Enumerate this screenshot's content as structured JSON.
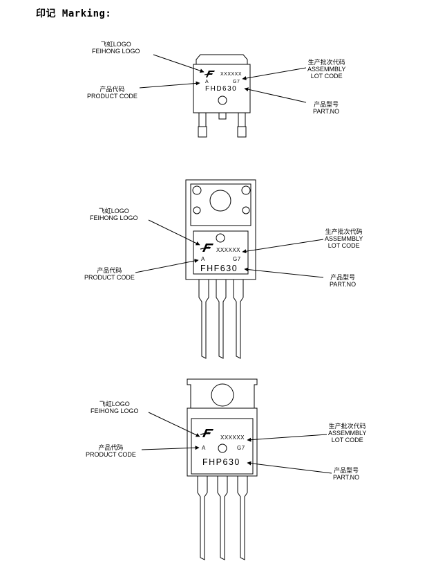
{
  "title": "印记 Marking:",
  "packages": [
    {
      "logo_label_cn": "飞虹LOGO",
      "logo_label_en": "FEIHONG LOGO",
      "lot_label_cn": "生产批次代码",
      "lot_label_en1": "ASSEMMBLY",
      "lot_label_en2": "LOT CODE",
      "product_label_cn": "产品代码",
      "product_label_en": "PRODUCT CODE",
      "part_label_cn": "产品型号",
      "part_label_en": "PART.NO",
      "lot_code": "XXXXXX",
      "product_code": "A",
      "date_code": "G7",
      "part_no": "FHD630"
    },
    {
      "logo_label_cn": "飞虹LOGO",
      "logo_label_en": "FEIHONG LOGO",
      "lot_label_cn": "生产批次代码",
      "lot_label_en1": "ASSEMMBLY",
      "lot_label_en2": "LOT CODE",
      "product_label_cn": "产品代码",
      "product_label_en": "PRODUCT CODE",
      "part_label_cn": "产品型号",
      "part_label_en": "PART.NO",
      "lot_code": "XXXXXX",
      "product_code": "A",
      "date_code": "G7",
      "part_no": "FHF630"
    },
    {
      "logo_label_cn": "飞虹LOGO",
      "logo_label_en": "FEIHONG LOGO",
      "lot_label_cn": "生产批次代码",
      "lot_label_en1": "ASSEMMBLY",
      "lot_label_en2": "LOT CODE",
      "product_label_cn": "产品代码",
      "product_label_en": "PRODUCT CODE",
      "part_label_cn": "产品型号",
      "part_label_en": "PART.NO",
      "lot_code": "XXXXXX",
      "product_code": "A",
      "date_code": "G7",
      "part_no": "FHP630"
    }
  ]
}
